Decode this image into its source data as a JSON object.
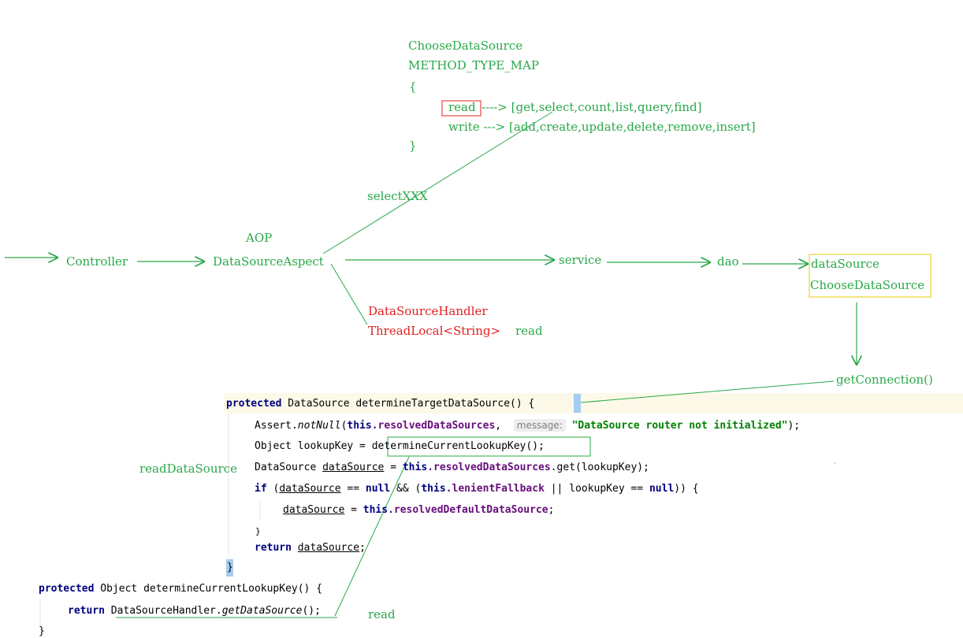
{
  "choose_block": {
    "title": "ChooseDataSource",
    "map_name": "METHOD_TYPE_MAP",
    "open_brace": "{",
    "read_key": "read",
    "read_values": "----> [get,select,count,list,query,find]",
    "write_line": "write ---> [add,create,update,delete,remove,insert]",
    "close_brace": "}"
  },
  "flow": {
    "select_label": "selectXXX",
    "aop_label": "AOP",
    "controller": "Controller",
    "aspect": "DataSourceAspect",
    "service": "service",
    "dao": "dao",
    "datasource_box": {
      "line1": "dataSource",
      "line2": "ChooseDataSource"
    },
    "handler": "DataSourceHandler",
    "threadlocal": "ThreadLocal<String>",
    "threadlocal_value": "read",
    "get_connection": "getConnection()",
    "read_datasource": "readDataSource",
    "final_read": "read"
  },
  "code": {
    "method1": {
      "kw_protected": "protected",
      "signature": " DataSource determineTargetDataSource() ",
      "open_brace": "{",
      "assert_cls": "Assert.",
      "assert_fn": "notNull",
      "assert_open": "(",
      "kw_this": "this",
      "resolved_ds": ".resolvedDataSources",
      "comma": ", ",
      "hint": "message:",
      "message": "\"DataSource router not initialized\"",
      "assert_close": ");",
      "lookup_decl": "Object lookupKey = ",
      "lookup_call": "determineCurrentLookupKey();",
      "ds_type": "DataSource ",
      "ds_var": "dataSource",
      "ds_assign": " = ",
      "ds_get": ".get(lookupKey);",
      "kw_if": "if",
      "if_open": " (",
      "if_eq": " == ",
      "kw_null": "null",
      "if_and": " && (",
      "lenient": ".lenientFallback",
      "if_or": " || lookupKey == ",
      "if_close": ")) {",
      "resolved_default": ".resolvedDefaultDataSource",
      "semicolon": ";",
      "inner_close": "}",
      "kw_return": "return",
      "return_space": " ",
      "close_brace": "}"
    },
    "method2": {
      "kw_protected": "protected",
      "signature": " Object determineCurrentLookupKey() {",
      "kw_return": "return",
      "handler_cls": "DataSourceHandler.",
      "handler_fn": "getDataSource",
      "call_end": "();",
      "close_brace": "}"
    }
  },
  "colors": {
    "label_green": "#2aa84a",
    "label_red": "#e02020",
    "box_yellow": "#e8d840",
    "code_highlight": "#fdf9e8",
    "brace_match": "#a6cdf0"
  }
}
